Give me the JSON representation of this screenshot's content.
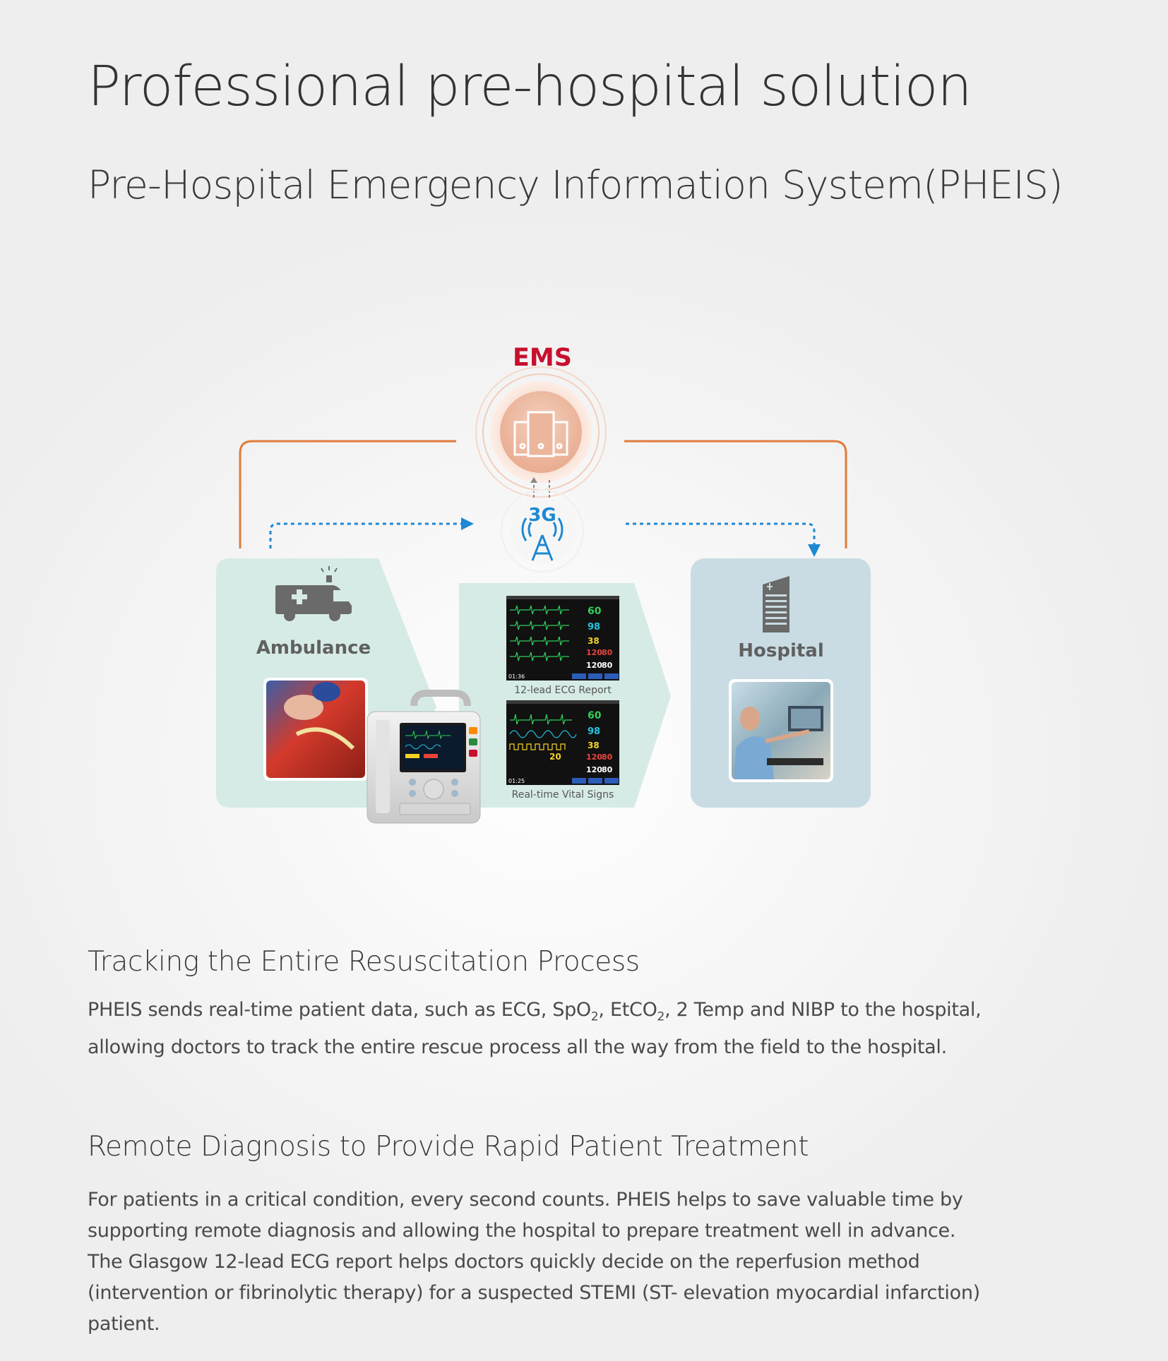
{
  "header": {
    "title": "Professional pre-hospital solution",
    "subtitle": "Pre-Hospital Emergency Information System(PHEIS)"
  },
  "diagram": {
    "ems_label": "EMS",
    "network_label": "3G",
    "ambulance_label": "Ambulance",
    "hospital_label": "Hospital",
    "screen1_caption": "12-lead ECG Report",
    "screen2_caption": "Real-time Vital Signs",
    "screen1_values": [
      "60",
      "98",
      "38",
      "120",
      "80",
      "120",
      "80"
    ],
    "screen1_time": "01:36",
    "screen2_values": [
      "60",
      "98",
      "38",
      "20",
      "120",
      "80",
      "120",
      "80"
    ],
    "screen2_time": "01:25",
    "colors": {
      "ems_red": "#c8102e",
      "network_blue": "#1e88d3",
      "orange_line": "#e07b3b",
      "ambulance_panel": "#d6ebe5",
      "hospital_panel": "#c9dbe3",
      "icon_gray": "#6a6a6a"
    },
    "icons": [
      "server-icon",
      "tower-icon",
      "ambulance-icon",
      "hospital-building-icon",
      "defibrillator-monitor"
    ]
  },
  "sections": [
    {
      "title": "Tracking the Entire Resuscitation Process",
      "text_parts": [
        "PHEIS sends real-time patient data, such as ECG, SpO",
        "2",
        ", EtCO",
        "2",
        ", 2 Temp and NIBP to the hospital, allowing doctors to track the entire rescue process all the way from the field to the hospital."
      ]
    },
    {
      "title": "Remote Diagnosis to Provide Rapid Patient Treatment",
      "paragraphs": [
        "For patients in a critical condition, every second counts. PHEIS helps to save valuable time by supporting remote diagnosis and allowing the hospital to prepare treatment well in advance.",
        "The Glasgow 12-lead ECG report helps doctors quickly decide on the reperfusion method (intervention or fibrinolytic therapy) for a suspected STEMI (ST- elevation myocardial infarction) patient."
      ]
    }
  ]
}
